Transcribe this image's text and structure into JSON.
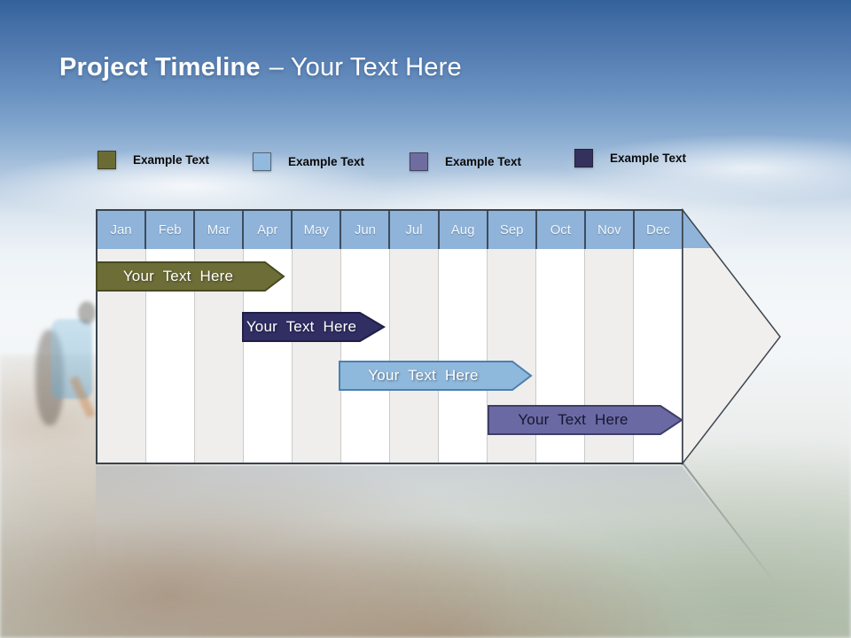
{
  "slide": {
    "title": {
      "bold": "Project Timeline",
      "rest": "– Your Text Here"
    }
  },
  "legend": {
    "items": [
      {
        "label": "Example Text",
        "color": "#6b6c35"
      },
      {
        "label": "Example Text",
        "color": "#92b9de"
      },
      {
        "label": "Example Text",
        "color": "#6f6da0"
      },
      {
        "label": "Example Text",
        "color": "#34325c"
      }
    ]
  },
  "timeline": {
    "months": [
      "Jan",
      "Feb",
      "Mar",
      "Apr",
      "May",
      "Jun",
      "Jul",
      "Aug",
      "Sep",
      "Oct",
      "Nov",
      "Dec"
    ],
    "header_fill": "#8fb3d9",
    "arrow_fill": "#f0efed",
    "arrow_border": "#3f4650",
    "bars": [
      {
        "label": "Your Text Here",
        "fill": "#6c6d37",
        "stroke": "#494a20",
        "text_color": "#ffffff",
        "start_month": "Jan",
        "end_month": "Apr"
      },
      {
        "label": "Your Text Here",
        "fill": "#302e63",
        "stroke": "#201f45",
        "text_color": "#ffffff",
        "start_month": "Apr",
        "end_month": "Jul"
      },
      {
        "label": "Your Text Here",
        "fill": "#8fb8dd",
        "stroke": "#4d7fae",
        "text_color": "#ffffff",
        "start_month": "Jul",
        "end_month": "Nov"
      },
      {
        "label": "Your Text Here",
        "fill": "#6b69a4",
        "stroke": "#3f3e66",
        "text_color": "#17162f",
        "start_month": "Sep",
        "end_month": "Dec"
      }
    ]
  }
}
